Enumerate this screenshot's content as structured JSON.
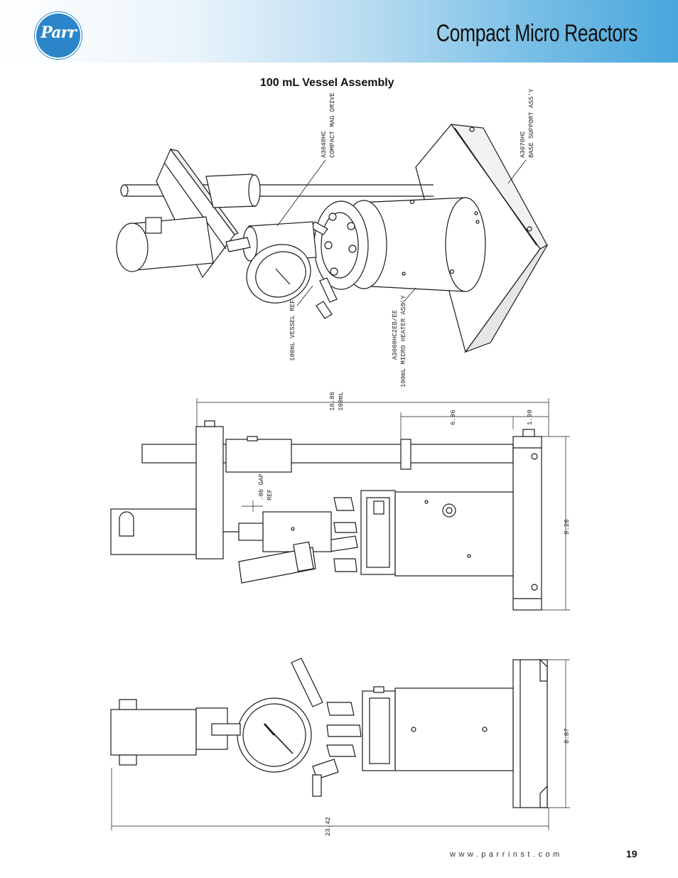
{
  "header": {
    "logo_text": "Parr",
    "title": "Compact Micro Reactors",
    "colors": {
      "gradient_start": "#ffffff",
      "gradient_end": "#48a6dc",
      "logo_blue": "#2a86c9"
    }
  },
  "section": {
    "title": "100 mL Vessel Assembly"
  },
  "isometric_view": {
    "callouts": {
      "drive_part": "A3040HC",
      "drive_name": "COMPACT MAG DRIVE",
      "base_part": "A3070HC",
      "base_name": "BASE SUPPORT ASS'Y",
      "vessel_line1": "100mL VESSEL REF",
      "heater_part": "A3060HC2EB/EE",
      "heater_name": "100mL MICRO HEATER ASS'Y"
    }
  },
  "side_view": {
    "dimensions": {
      "overall_height_value": "18.86",
      "overall_height_note": "100mL",
      "upper_height": "6.06",
      "base_height": "1.90",
      "depth": "9.28",
      "gap_value": ".06 GAP",
      "gap_note": "REF"
    }
  },
  "front_view": {
    "dimensions": {
      "width": "8.07",
      "overall_height": "23.42"
    }
  },
  "footer": {
    "url": "www.parrinst.com",
    "page_number": "19"
  }
}
